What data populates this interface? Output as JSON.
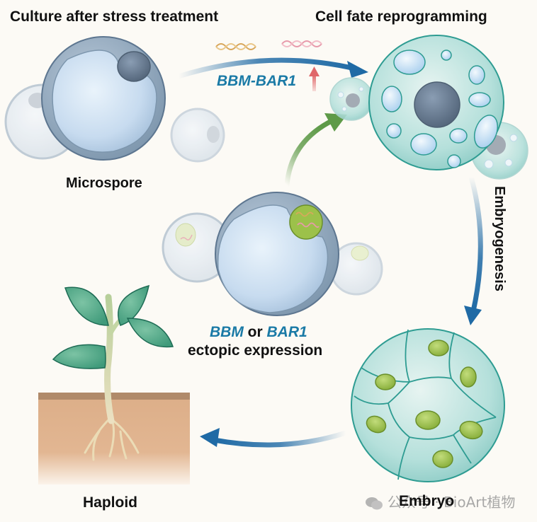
{
  "title_left": "Culture after stress treatment",
  "title_right": "Cell fate reprogramming",
  "stages": {
    "microspore": "Microspore",
    "embryogenesis": "Embryogenesis",
    "embryo": "Embryo",
    "haploid": "Haploid"
  },
  "top_arrow_label": "BBM-BAR1",
  "center_label": {
    "gene1": "BBM",
    "conj": "or",
    "gene2": "BAR1",
    "line2": "ectopic expression"
  },
  "watermark": "公众号 · BioArt植物",
  "colors": {
    "background": "#fcfaf5",
    "gene_text": "#1a7aa6",
    "arrow_blue": "#1f6aa5",
    "arrow_green": "#5e9a48",
    "up_arrow_red": "#e0676a",
    "cell_teal": "#8fcfc9",
    "nucleus_green": "#9cc14a",
    "soil": "#dcae88"
  }
}
